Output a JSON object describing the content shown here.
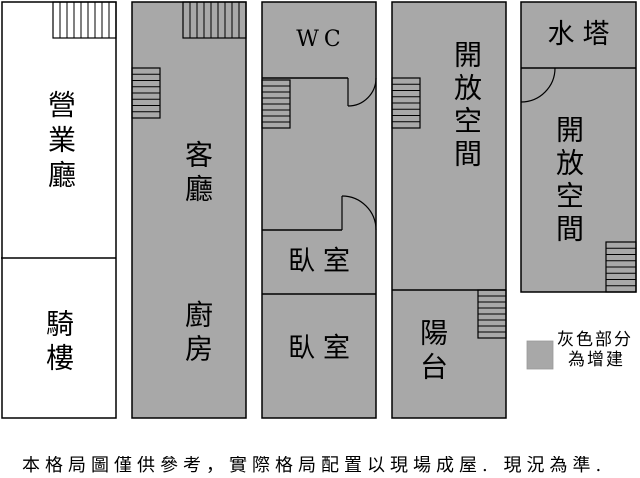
{
  "colors": {
    "addition_gray": "#a8a8a8",
    "line": "#000000",
    "original_area": "#ffffff"
  },
  "plan": {
    "unit1": {
      "upper_room": "營業廳",
      "lower_room": "騎樓"
    },
    "unit2": {
      "upper_room": "客廳",
      "lower_room": "廚房"
    },
    "unit3": {
      "top_room": "WC",
      "middle_room": "臥室",
      "bottom_room": "臥室"
    },
    "unit4": {
      "main_room": "開放空間",
      "balcony": "陽台"
    },
    "unit5": {
      "top_room": "水塔",
      "main_room": "開放空間"
    }
  },
  "legend": {
    "line1": "灰色部分",
    "line2": "為增建"
  },
  "footer": {
    "disclaimer": "本格局圖僅供參考，實際格局配置以現場成屋. 現況為準."
  }
}
